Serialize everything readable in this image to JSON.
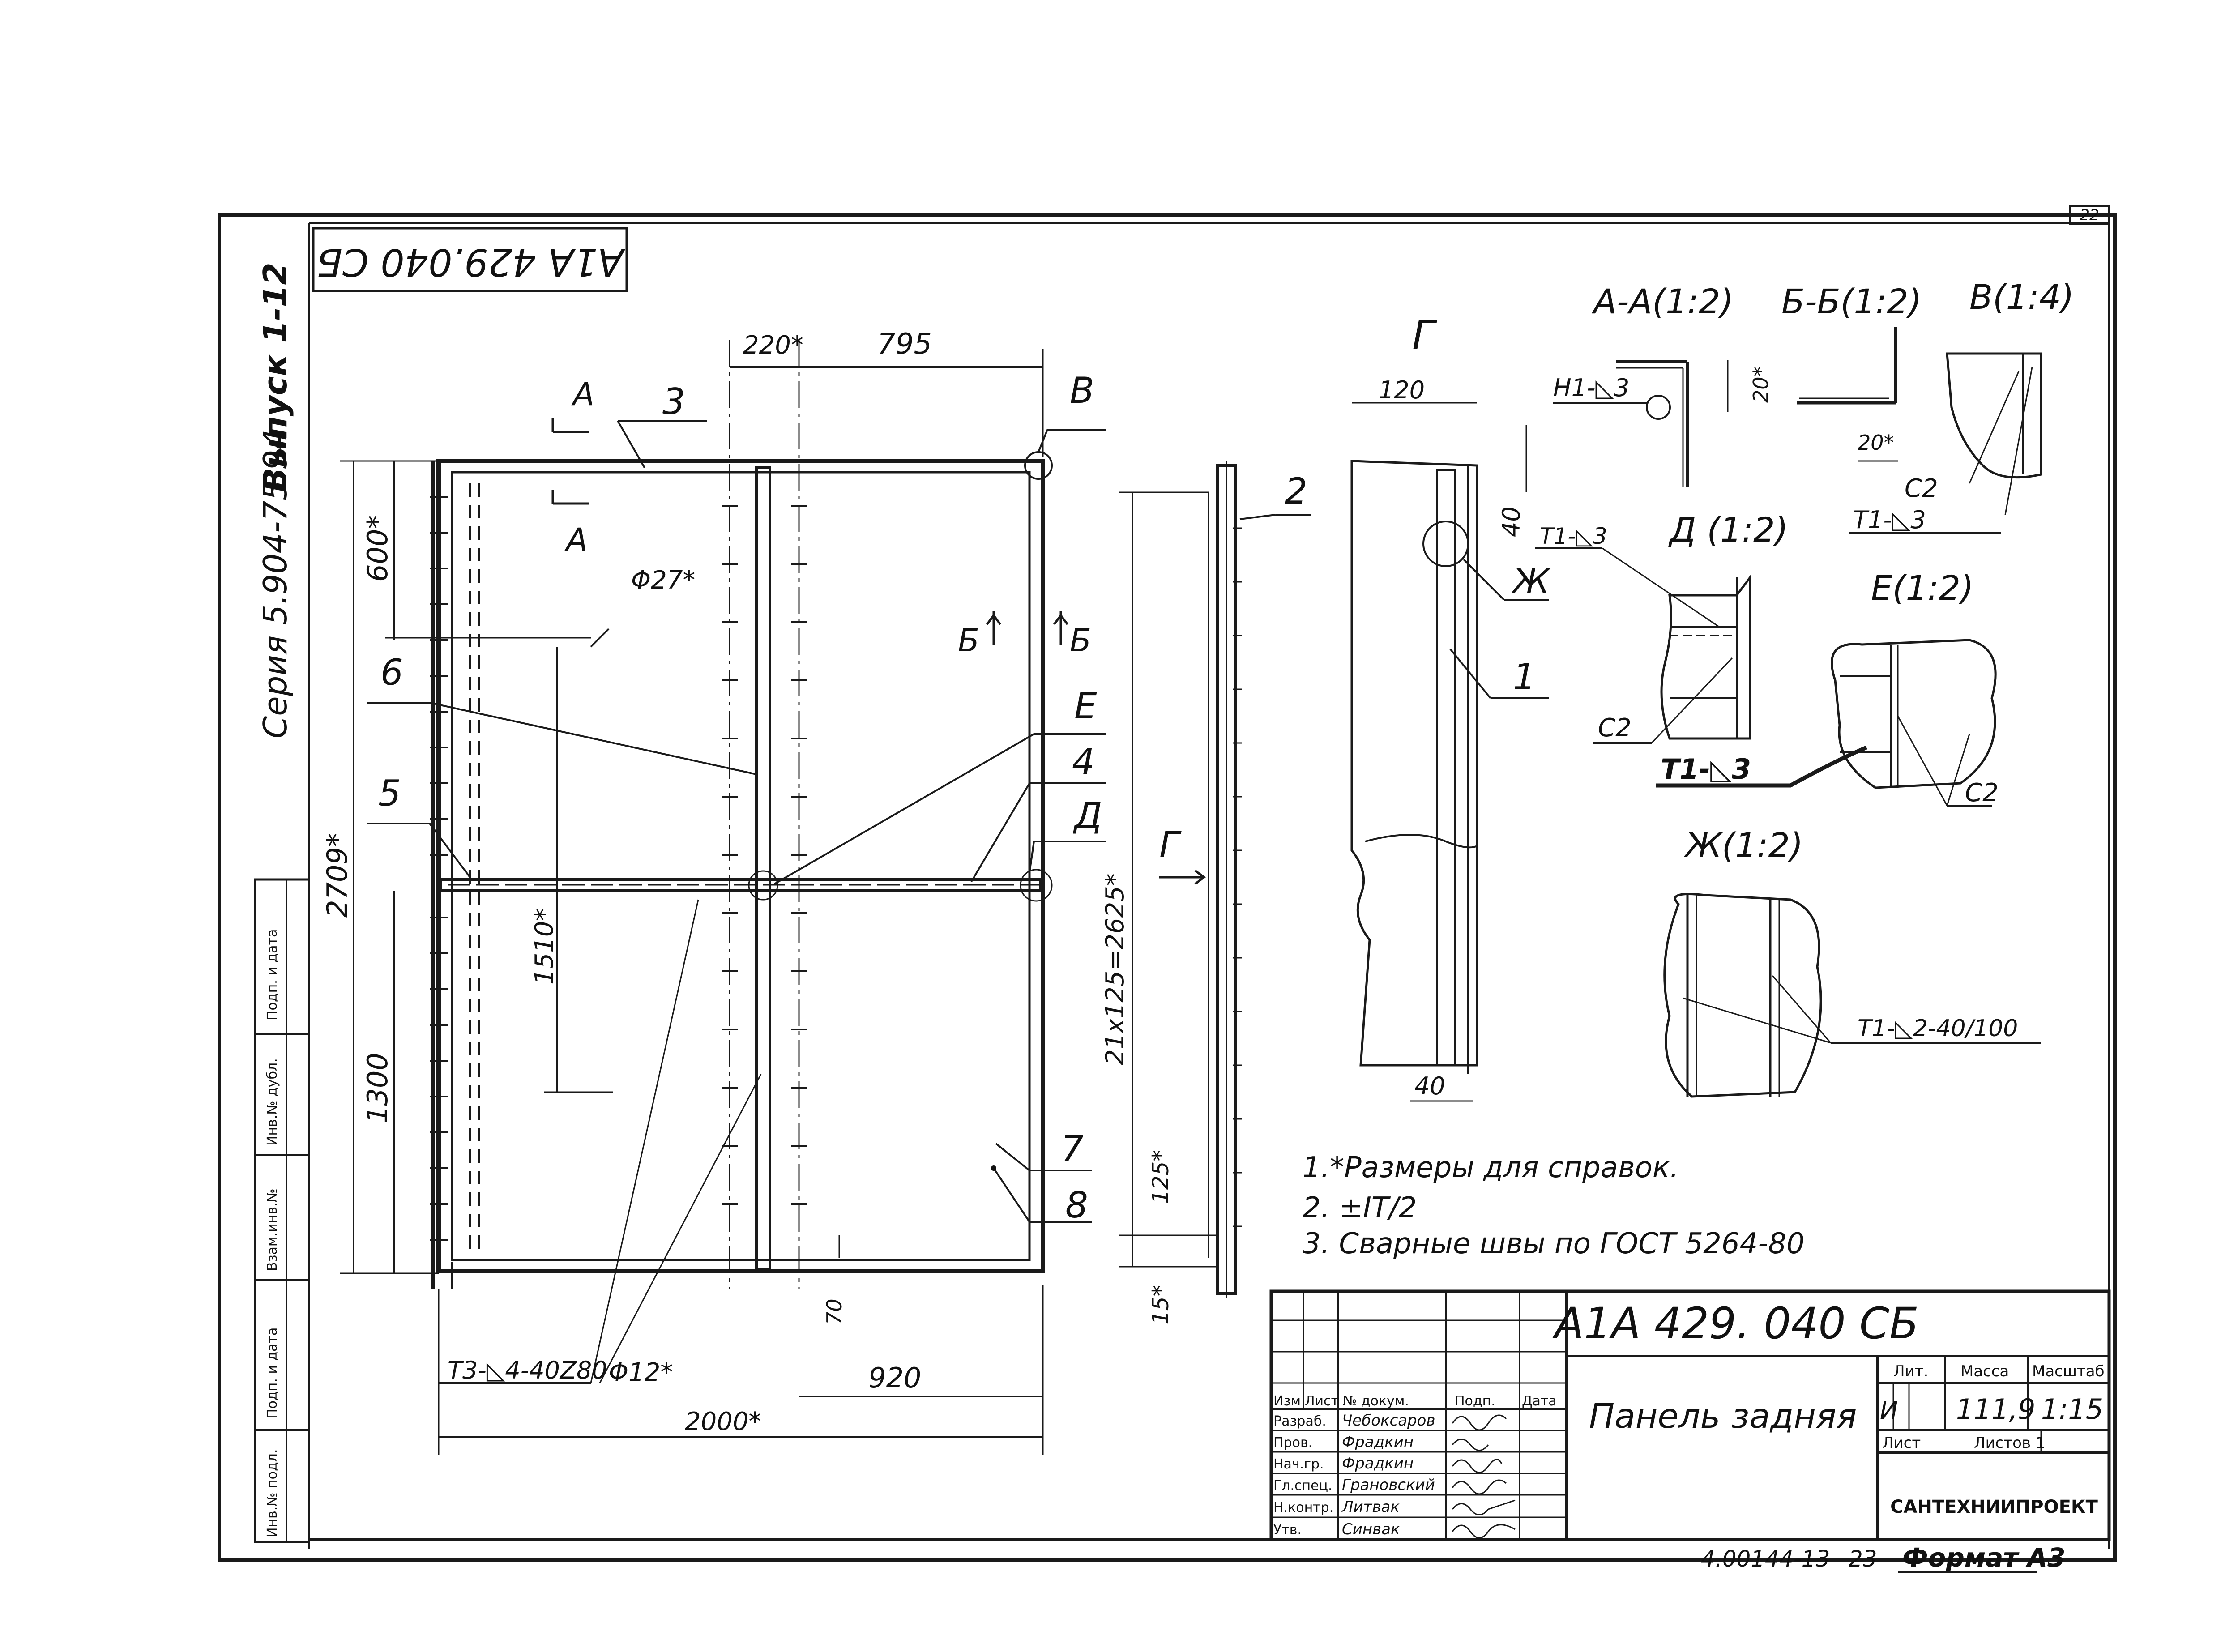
{
  "sheet_number": "22",
  "rotated_code": "А1А 429.040 СБ",
  "series": "Серия 5.904-75.94",
  "issue": "Выпуск 1-12",
  "side_columns": [
    "Подп. и дата",
    "Инв.№ дубл.",
    "Взам.инв.№",
    "Подп. и дата",
    "Инв.№ подл."
  ],
  "dims": {
    "d220": "220*",
    "d795": "795",
    "d600": "600*",
    "d2709": "2709*",
    "d1510": "1510*",
    "d1300": "1300",
    "dphi27": "Φ27*",
    "dphi12": "Φ12*",
    "d920": "920",
    "d2000": "2000*",
    "d70": "70",
    "weld_t3": "Т3-◺4-40Z80",
    "d21x125": "21x125=2625*",
    "d125": "125*",
    "d15": "15*",
    "d120": "120",
    "d40a": "40",
    "d40b": "40",
    "d20a": "20*",
    "d20b": "20*"
  },
  "labels": {
    "pos1": "1",
    "pos2": "2",
    "pos3": "3",
    "pos4": "4",
    "pos5": "5",
    "pos6": "6",
    "pos7": "7",
    "pos8": "8",
    "A": "А",
    "B": "Б",
    "V": "В",
    "G": "Г",
    "D": "Д",
    "E": "Е",
    "Zh": "Ж"
  },
  "views": {
    "AA": "А-А(1:2)",
    "BB": "Б-Б(1:2)",
    "V": "В(1:4)",
    "G": "Г",
    "D": "Д (1:2)",
    "E": "Е(1:2)",
    "Zh": "Ж(1:2)"
  },
  "welds": {
    "h1": "Н1-◺3",
    "t1a": "Т1-◺3",
    "t1b": "Т1-◺3",
    "t1c": "Т1-◺3",
    "c2a": "С2",
    "c2b": "С2",
    "c2c": "С2",
    "t1zh": "Т1-◺2-40/100"
  },
  "notes": [
    "1.*Размеры для справок.",
    "2. ±IT/2",
    "3. Сварные швы по ГОСТ 5264-80"
  ],
  "title_block": {
    "doc_code": "А1А 429. 040 СБ",
    "name": "Панель задняя",
    "org": "САНТЕХНИИПРОЕКТ",
    "lit_header": "Лит.",
    "mass_header": "Масса",
    "scale_header": "Масштаб",
    "lit": "И",
    "mass": "111,9",
    "scale": "1:15",
    "sheet_label": "Лист",
    "sheets_label": "Листов 1",
    "col_headers": [
      "Изм",
      "Лист",
      "№ докум.",
      "Подп.",
      "Дата"
    ],
    "roles": [
      {
        "role": "Разраб.",
        "name": "Чебоксаров"
      },
      {
        "role": "Пров.",
        "name": "Фрадкин"
      },
      {
        "role": "Нач.гр.",
        "name": "Фрадкин"
      },
      {
        "role": "Гл.спец.",
        "name": "Грановский"
      },
      {
        "role": "Н.контр.",
        "name": "Литвак"
      },
      {
        "role": "Утв.",
        "name": "Синвак"
      }
    ]
  },
  "footer": {
    "inv": "4.00144-13",
    "page": "23",
    "format": "Формат А3"
  }
}
